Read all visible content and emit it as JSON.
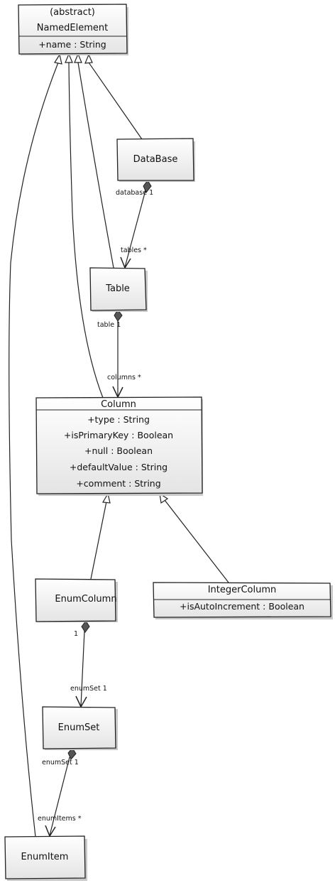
{
  "classes": {
    "named_element": {
      "stereotype": "(abstract)",
      "name": "NamedElement",
      "attributes": [
        "+name : String"
      ]
    },
    "database": {
      "name": "DataBase"
    },
    "table": {
      "name": "Table"
    },
    "column": {
      "name": "Column",
      "attributes": [
        "+type : String",
        "+isPrimaryKey : Boolean",
        "+null : Boolean",
        "+defaultValue : String",
        "+comment : String"
      ]
    },
    "enum_column": {
      "name": "EnumColumn"
    },
    "integer_column": {
      "name": "IntegerColumn",
      "attributes": [
        "+isAutoIncrement : Boolean"
      ]
    },
    "enum_set": {
      "name": "EnumSet"
    },
    "enum_item": {
      "name": "EnumItem"
    }
  },
  "associations": {
    "database_tables": {
      "source_role": "database 1",
      "target_role": "tables *"
    },
    "table_columns": {
      "source_role": "table 1",
      "target_role": "columns *"
    },
    "enumcolumn_enumset": {
      "source_role": "1",
      "target_role": "enumSet 1"
    },
    "enumset_enumitems": {
      "source_role": "enumSet 1",
      "target_role": "enumItems *"
    }
  },
  "colors": {
    "stroke": "#222222",
    "box_top": "#ffffff",
    "box_bottom": "#e4e4e4",
    "shadow": "#c9c9c9",
    "diamond": "#555555"
  }
}
